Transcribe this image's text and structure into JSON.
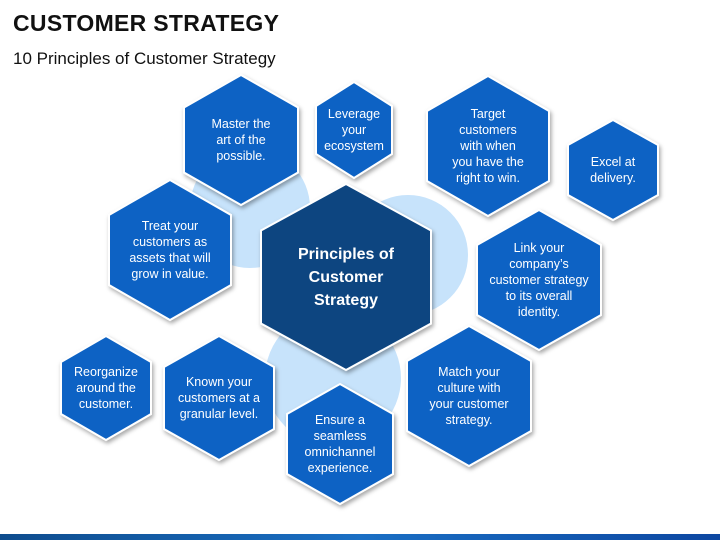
{
  "header": {
    "title": "CUSTOMER STRATEGY",
    "subtitle": "10 Principles of Customer Strategy"
  },
  "colors": {
    "hex_fill": "#0a62c4",
    "hex_stroke": "#ffffff",
    "center_fill": "#0c4480",
    "circle_fill": "#c7e3fb",
    "background": "#ffffff"
  },
  "diagram": {
    "center": "Principles of\nCustomer\nStrategy",
    "principles": [
      "Master the\nart of the\npossible.",
      "Leverage\nyour\necosystem",
      "Target\ncustomers\nwith when\nyou have the\nright to win.",
      "Excel at\ndelivery.",
      "Treat your\ncustomers as\nassets that will\ngrow in value.",
      "Link your\ncompany’s\ncustomer strategy\nto its overall\nidentity.",
      "Reorganize\naround the\ncustomer.",
      "Known your\ncustomers at a\ngranular level.",
      "Match your\nculture with\nyour customer\nstrategy.",
      "Ensure a\nseamless\nomnichannel\nexperience."
    ]
  }
}
